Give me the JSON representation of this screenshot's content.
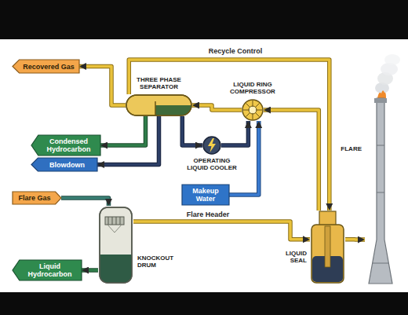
{
  "diagram": {
    "nodes": [
      {
        "text": [
          "Recovered Gas"
        ]
      },
      {
        "text": [
          "THREE PHASE SEPARATOR"
        ]
      },
      {
        "text": [
          "LIQUID RING COMPRESSOR"
        ]
      },
      {
        "text": [
          "Condensed Hydrocarbon"
        ]
      },
      {
        "text": [
          "Blowdown"
        ]
      },
      {
        "text": [
          "OPERATING LIQUID COOLER"
        ]
      },
      {
        "text": [
          "Makeup Water"
        ]
      },
      {
        "text": [
          "Flare Gas"
        ]
      },
      {
        "text": [
          "KNOCKOUT DRUM"
        ]
      },
      {
        "text": [
          "Liquid Hydrocarbon"
        ]
      },
      {
        "text": [
          "LIQUID SEAL"
        ]
      },
      {
        "text": [
          "FLARE"
        ]
      }
    ],
    "edges": [
      {
        "from": 1,
        "to": 0,
        "arrow": "to"
      },
      {
        "from": 1,
        "to": 10,
        "label": "Recycle Control",
        "arrow": "to"
      },
      {
        "from": 2,
        "to": 1,
        "arrow": "to"
      },
      {
        "from": 1,
        "to": 3,
        "arrow": "to"
      },
      {
        "from": 1,
        "to": 4,
        "arrow": "to"
      },
      {
        "from": 1,
        "to": 5,
        "arrow": "to"
      },
      {
        "from": 5,
        "to": 2,
        "arrow": "to"
      },
      {
        "from": 6,
        "to": 2,
        "arrow": "to"
      },
      {
        "from": 7,
        "to": 8,
        "arrow": "to"
      },
      {
        "from": 8,
        "to": 9,
        "arrow": "to"
      },
      {
        "from": 8,
        "to": 10,
        "label": "Flare Header",
        "arrow": "to"
      },
      {
        "from": 10,
        "to": 11,
        "arrow": "to"
      },
      {
        "from": 10,
        "to": 2,
        "arrow": "to"
      }
    ]
  }
}
